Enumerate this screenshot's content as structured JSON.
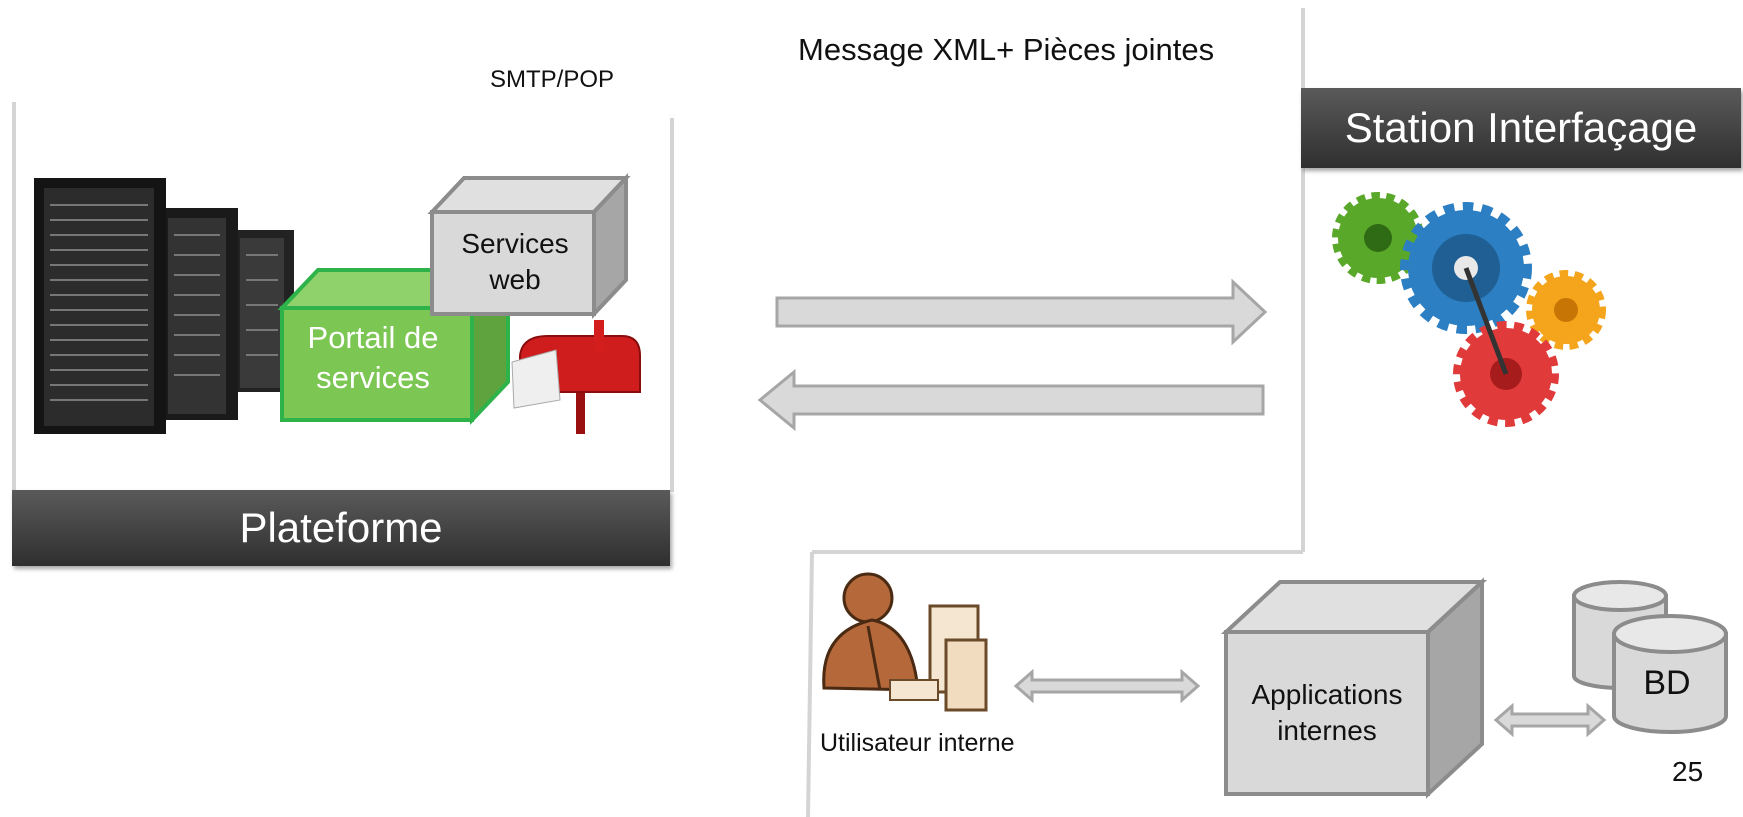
{
  "protocol_label": "SMTP/POP",
  "message_label": "Message XML+ Pièces jointes",
  "plateforme_title": "Plateforme",
  "station_title": "Station Interfaçage",
  "services_web_label": "Services web",
  "portail_label": "Portail de services",
  "user_label": "Utilisateur interne",
  "applications_label": "Applications internes",
  "database_label": "BD",
  "page_number": "25",
  "colors": {
    "dark_bar": "#3c3c3c",
    "green_box": "#66bb44",
    "grey_box": "#d3d3d3",
    "arrow_fill": "#d9d9d9",
    "arrow_stroke": "#a6a6a6"
  },
  "icons": [
    "server-rack-icon",
    "mailbox-icon",
    "gears-icon",
    "user-at-computer-icon",
    "database-icon"
  ]
}
